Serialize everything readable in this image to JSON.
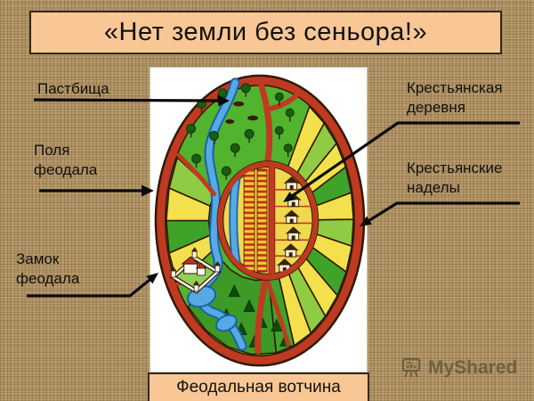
{
  "title": "«Нет земли без сеньора!»",
  "caption": "Феодальная вотчина",
  "labels": {
    "pastures": "Пастбища",
    "lord_fields": "Поля феодала",
    "lord_castle": "Замок феодала",
    "peasant_village": "Крестьянская деревня",
    "peasant_allotments": "Крестьянские наделы"
  },
  "watermark": {
    "text": "MyShared"
  },
  "illustration": {
    "description": "feudal-estate-map",
    "regions": [
      "пастбища",
      "река",
      "поля феодала",
      "замок феодала",
      "крестьянская деревня",
      "крестьянские наделы",
      "лес"
    ]
  },
  "colors": {
    "background_burlap": "#b49767",
    "title_box_fill": "#f9c795",
    "title_box_border": "#332818",
    "road_red": "#bf3a20",
    "field_yellow": "#f4e04c",
    "field_green": "#3fa32a",
    "field_lightgreen": "#8fcb43",
    "pasture_green": "#52b32e",
    "forest_green": "#3e9a26",
    "river_blue": "#55aae4",
    "village_yellow": "#f0d94f",
    "arrow_black": "#0b0b0b"
  }
}
